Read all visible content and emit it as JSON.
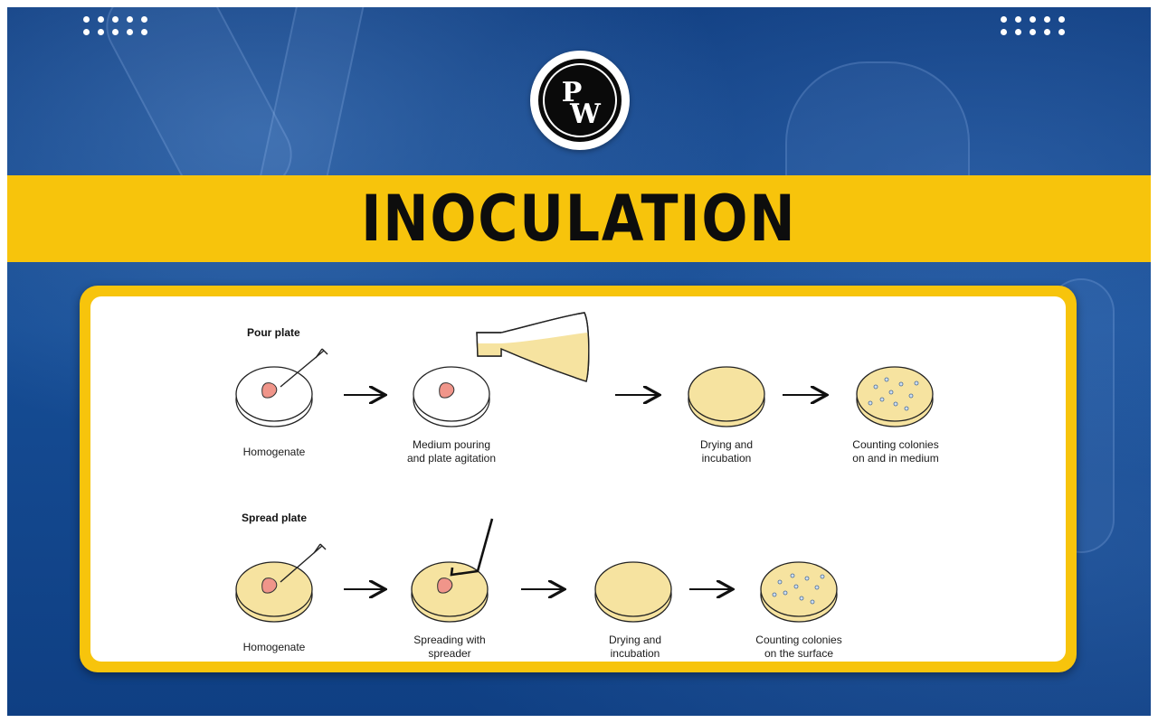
{
  "banner": {
    "title": "INOCULATION"
  },
  "logo": {
    "text": "PW"
  },
  "diagram": {
    "pour_plate": {
      "heading": "Pour plate",
      "steps": [
        {
          "line1": "Homogenate",
          "line2": ""
        },
        {
          "line1": "Medium pouring",
          "line2": "and plate agitation"
        },
        {
          "line1": "Drying and",
          "line2": "incubation"
        },
        {
          "line1": "Counting colonies",
          "line2": "on and in medium"
        }
      ]
    },
    "spread_plate": {
      "heading": "Spread plate",
      "steps": [
        {
          "line1": "Homogenate",
          "line2": ""
        },
        {
          "line1": "Spreading with",
          "line2": "spreader"
        },
        {
          "line1": "Drying and",
          "line2": "incubation"
        },
        {
          "line1": "Counting colonies",
          "line2": "on the surface"
        }
      ]
    }
  },
  "colors": {
    "banner_yellow": "#f7c40c",
    "medium_fill": "#f6e3a0",
    "sample_pink": "#f0958a",
    "background_blue": "#134a90"
  }
}
